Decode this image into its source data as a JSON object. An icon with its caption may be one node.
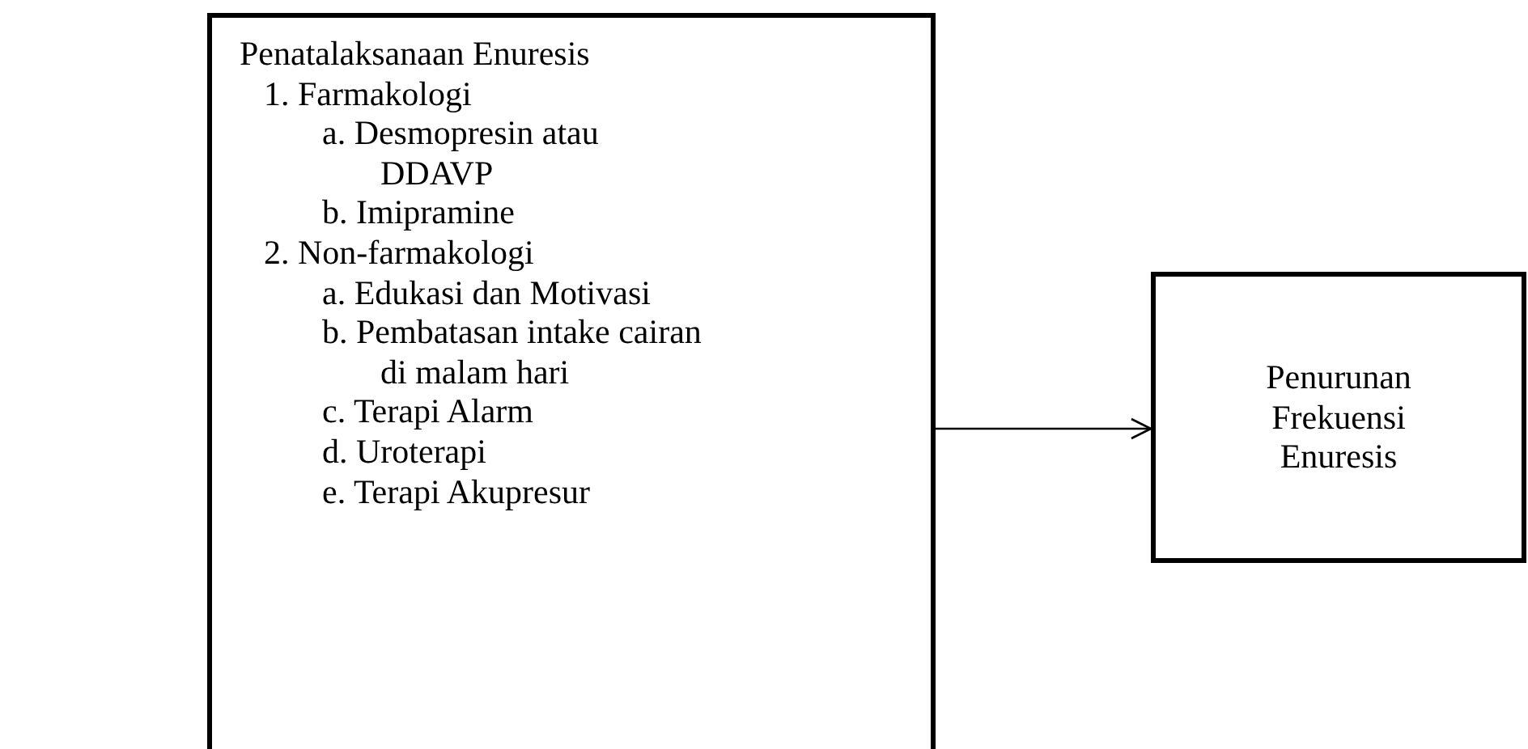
{
  "diagram": {
    "nodes": [
      {
        "text": [
          "Penatalaksanaan Enuresis",
          "1. Farmakologi",
          "a. Desmopresin atau DDAVP",
          "b. Imipramine",
          "2. Non-farmakologi",
          "a. Edukasi dan Motivasi",
          "b. Pembatasan intake cairan di malam hari",
          "c. Terapi Alarm",
          "d. Uroterapi",
          "e. Terapi Akupresur"
        ]
      },
      {
        "text": [
          "Penurunan Frekuensi Enuresis"
        ]
      }
    ],
    "edges": [
      {
        "from": 0,
        "to": 1,
        "arrow": "to"
      }
    ]
  }
}
